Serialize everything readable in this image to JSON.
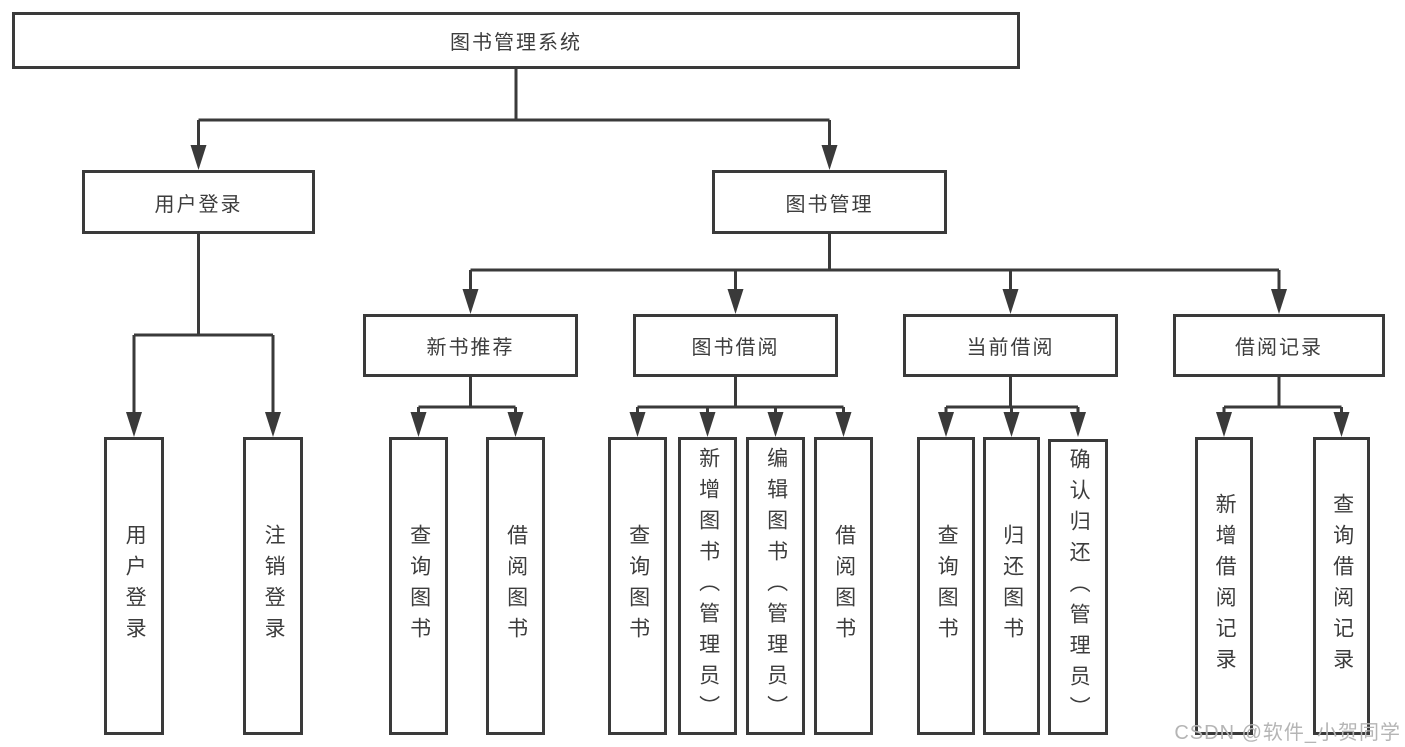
{
  "colors": {
    "line": "#3a3a3a",
    "text": "#3d3d3d",
    "watermark": "#b5b5b5"
  },
  "nodes": {
    "root": "图书管理系统",
    "user_login": "用户登录",
    "book_mgmt": "图书管理",
    "new_books": "新书推荐",
    "book_borrow": "图书借阅",
    "current_borrow": "当前借阅",
    "borrow_records": "借阅记录",
    "login": "用户登录",
    "logout": "注销登录",
    "nb_query_books": "查询图书",
    "nb_borrow_books": "借阅图书",
    "bb_query_books": "查询图书",
    "bb_add_books": "新增图书（管理员）",
    "bb_edit_books": "编辑图书（管理员）",
    "bb_borrow_books": "借阅图书",
    "cb_query_books": "查询图书",
    "cb_return_books": "归还图书",
    "cb_confirm_return": "确认归还（管理员）",
    "br_add_record": "新增借阅记录",
    "br_query_record": "查询借阅记录"
  },
  "watermark": "CSDN @软件_小贺同学"
}
